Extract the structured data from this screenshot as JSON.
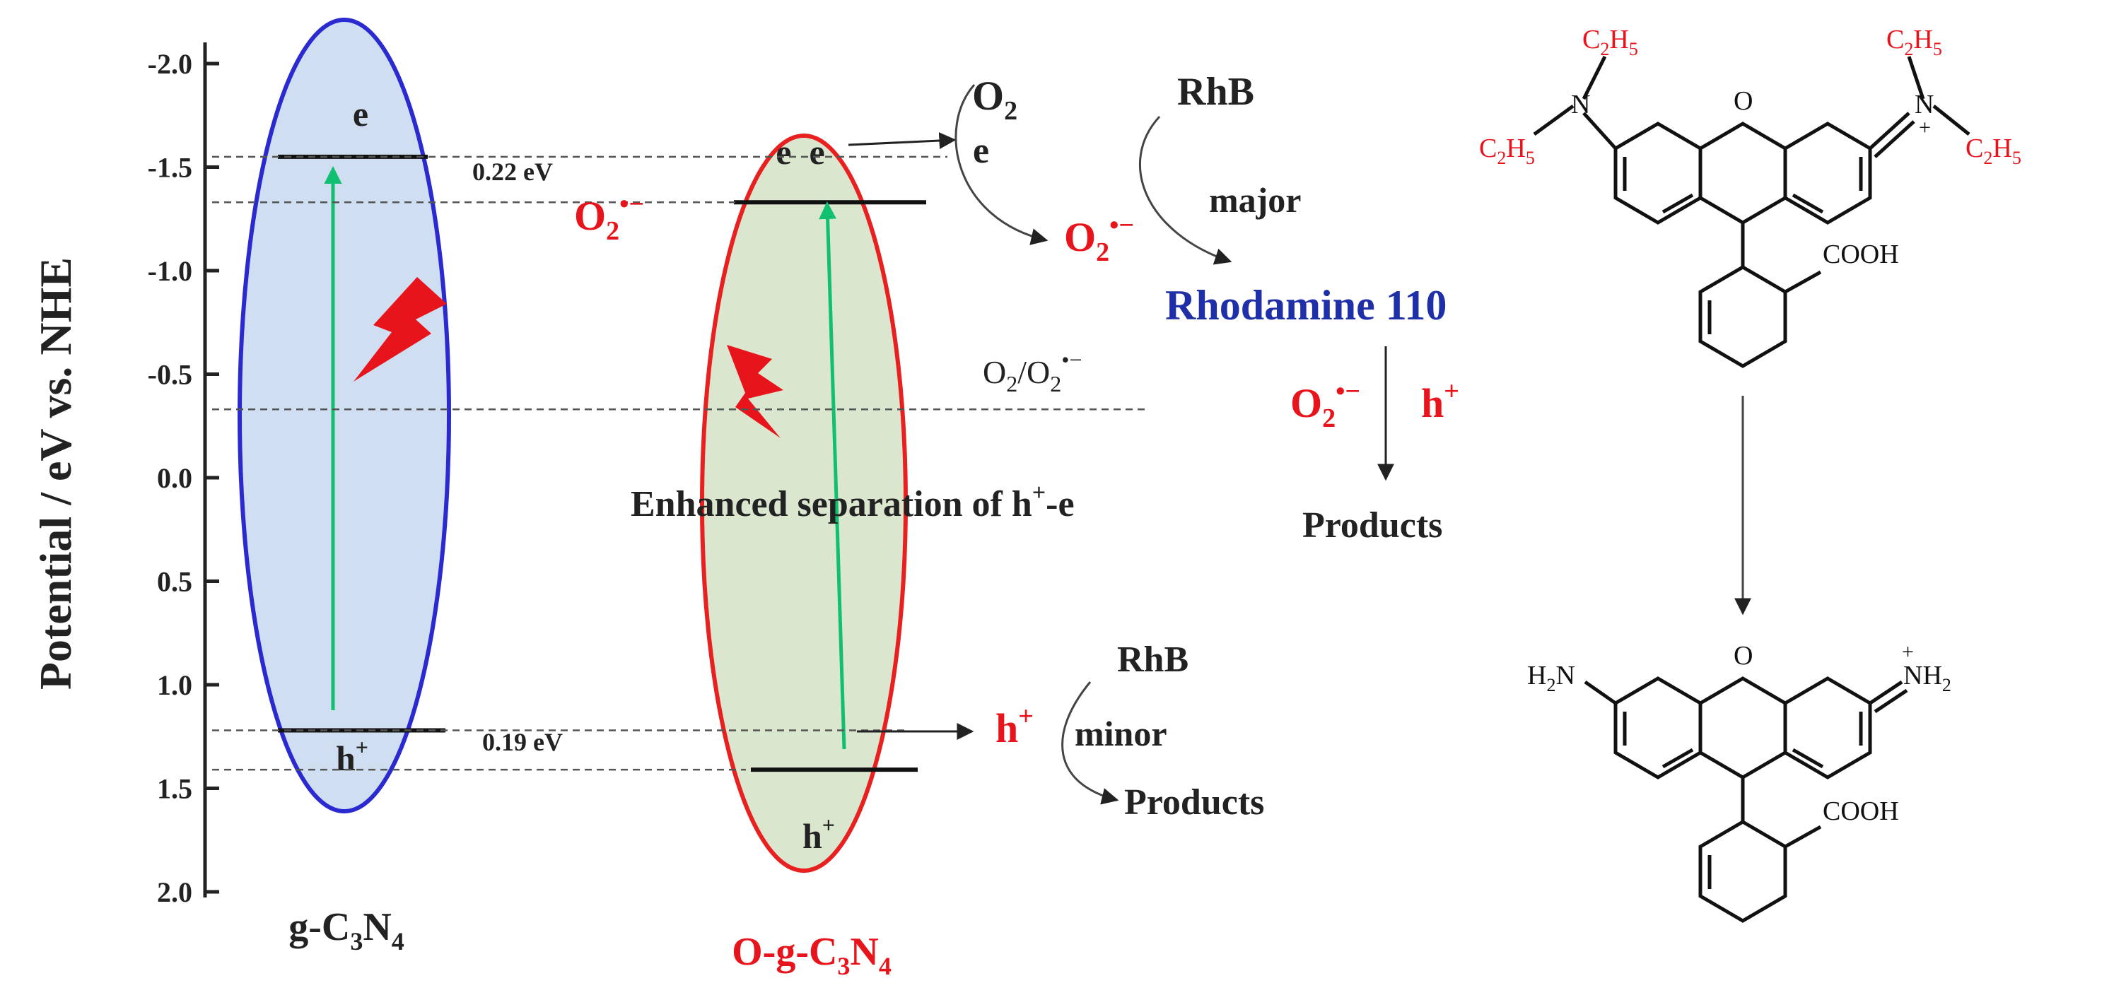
{
  "axis": {
    "label": "Potential / eV vs. NHE",
    "ticks": [
      "-2.0",
      "-1.5",
      "-1.0",
      "-0.5",
      "0.0",
      "0.5",
      "1.0",
      "1.5",
      "2.0"
    ]
  },
  "gcn": {
    "name_prefix": "g-C",
    "name_sub1": "3",
    "name_mid": "N",
    "name_sub2": "4",
    "cb_label": "e",
    "vb_label": "h",
    "vb_sup": "+",
    "cb_potential": -1.55,
    "vb_potential": 1.22
  },
  "ogcn": {
    "name_prefix": "O-g-C",
    "name_sub1": "3",
    "name_mid": "N",
    "name_sub2": "4",
    "cb_label": "e  e",
    "vb_label": "h",
    "vb_sup": "+",
    "cb_potential": -1.33,
    "vb_potential": 1.41
  },
  "gaps": {
    "top": "0.22 eV",
    "bottom": "0.19 eV"
  },
  "redox": {
    "o2_label": "O",
    "o2_sub": "2",
    "e_label": "e",
    "superoxide_base": "O",
    "superoxide_sub": "2",
    "superoxide_sup": "•−",
    "couple_prefix": "O",
    "couple_mid": "/O",
    "couple_sub": "2",
    "couple_sup": "•−",
    "couple_potential": -0.33
  },
  "pathway": {
    "rhb_major": "RhB",
    "major": "major",
    "rhodamine110": "Rhodamine 110",
    "hplus": "h",
    "hplus_sup": "+",
    "products1": "Products",
    "rhb_minor": "RhB",
    "minor": "minor",
    "products2": "Products"
  },
  "enhanced": {
    "text_before": "Enhanced separation of h",
    "sup": "+",
    "text_after": "-e"
  },
  "molecules": {
    "rhb_ethyl": "C2H5",
    "rhb_cooh": "COOH",
    "rhb_O": "O",
    "rhb_N": "N",
    "rh110_h2n": "H2N",
    "rh110_nh2": "NH2",
    "rh110_cooh": "COOH",
    "rh110_O": "O"
  },
  "colors": {
    "gcn_fill": "#cfdff1",
    "gcn_stroke": "#2a2ad0",
    "ogcn_fill": "#dbe6cf",
    "ogcn_stroke": "#e82020",
    "arrow_green": "#10c070",
    "red": "#e8141c",
    "blue_text": "#1f2fa8"
  }
}
